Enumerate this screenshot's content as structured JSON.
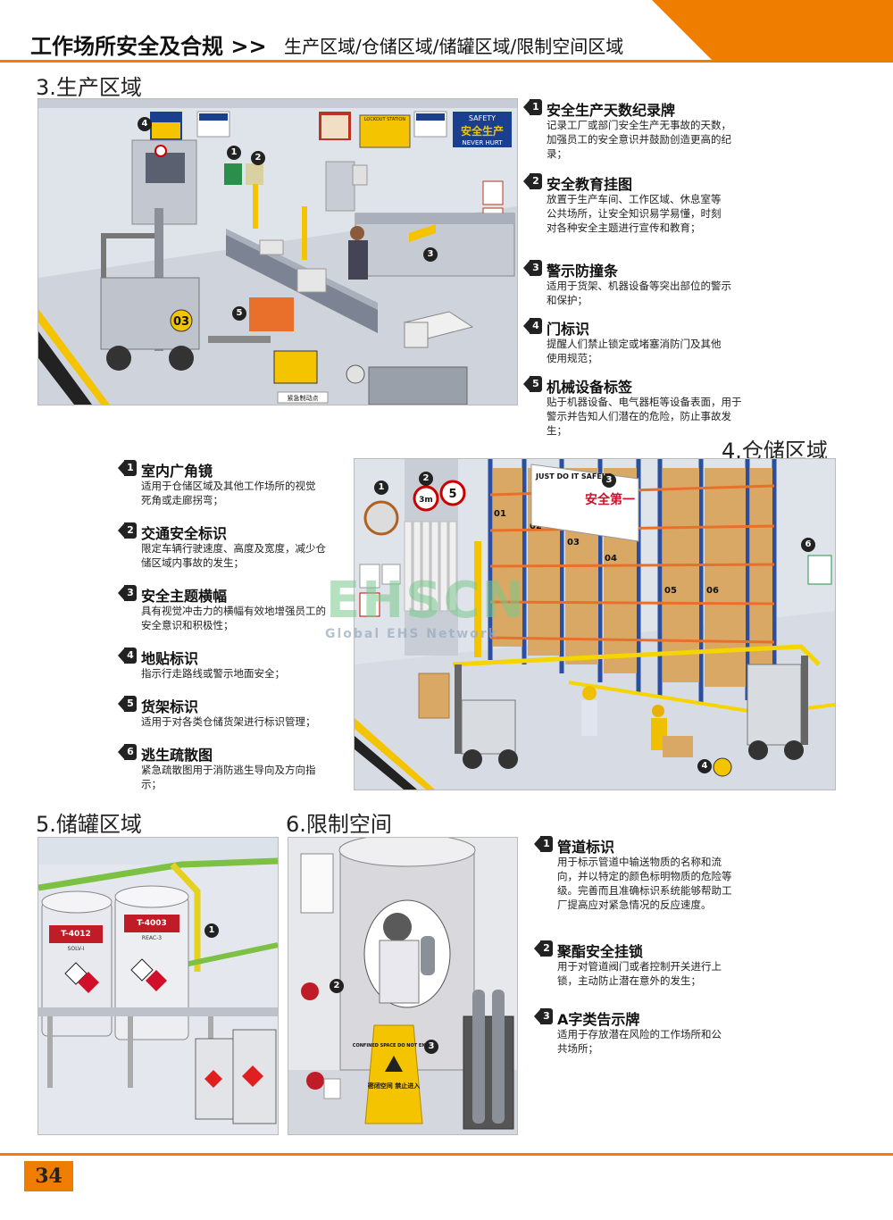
{
  "header": {
    "title": "工作场所安全及合规 >>",
    "subtitle": "生产区域/仓储区域/储罐区域/限制空间区域"
  },
  "sections": {
    "production": {
      "title": "3.生产区域",
      "items": [
        {
          "num": "1",
          "title": "安全生产天数纪录牌",
          "desc": "记录工厂或部门安全生产无事故的天数，加强员工的安全意识并鼓励创造更高的纪录；"
        },
        {
          "num": "2",
          "title": "安全教育挂图",
          "desc": "放置于生产车间、工作区域、休息室等公共场所，让安全知识易学易懂，时刻对各种安全主题进行宣传和教育；"
        },
        {
          "num": "3",
          "title": "警示防撞条",
          "desc": "适用于货架、机器设备等突出部位的警示和保护；"
        },
        {
          "num": "4",
          "title": "门标识",
          "desc": "提醒人们禁止锁定或堵塞消防门及其他使用规范；"
        },
        {
          "num": "5",
          "title": "机械设备标签",
          "desc": "贴于机器设备、电气器柜等设备表面，用于警示并告知人们潜在的危险，防止事故发生；"
        }
      ],
      "scene_labels": {
        "safety_sign": "SAFETY",
        "safety_cn": "安全生产",
        "never_hurt": "NEVER HURT",
        "lockout": "LOCKOUT STATION",
        "forklift_no": "03",
        "emergency": "紧急制动点"
      }
    },
    "warehouse": {
      "title": "4.仓储区域",
      "items": [
        {
          "num": "1",
          "title": "室内广角镜",
          "desc": "适用于仓储区域及其他工作场所的视觉死角或走廊拐弯；"
        },
        {
          "num": "2",
          "title": "交通安全标识",
          "desc": "限定车辆行驶速度、高度及宽度，减少仓储区域内事故的发生；"
        },
        {
          "num": "3",
          "title": "安全主题横幅",
          "desc": "具有视觉冲击力的横幅有效地增强员工的安全意识和积极性；"
        },
        {
          "num": "4",
          "title": "地贴标识",
          "desc": "指示行走路线或警示地面安全；"
        },
        {
          "num": "5",
          "title": "货架标识",
          "desc": "适用于对各类仓储货架进行标识管理；"
        },
        {
          "num": "6",
          "title": "逃生疏散图",
          "desc": "紧急疏散图用于消防逃生导向及方向指示；"
        }
      ],
      "scene_labels": {
        "banner_en": "JUST DO IT SAFELY",
        "banner_cn": "安全第一",
        "height_sign": "3m",
        "speed_sign": "5",
        "rack_01": "01",
        "rack_02": "02",
        "rack_03": "03",
        "rack_04": "04",
        "rack_05": "05",
        "rack_06": "06"
      }
    },
    "tank": {
      "title": "5.储罐区域",
      "scene_labels": {
        "tank1": "T-4012",
        "tank1_sub": "SOLV-I",
        "tank2": "T-4003",
        "tank2_sub": "REAC-3"
      }
    },
    "confined": {
      "title": "6.限制空间",
      "items": [
        {
          "num": "1",
          "title": "管道标识",
          "desc": "用于标示管道中输送物质的名称和流向，并以特定的颜色标明物质的危险等级。完善而且准确标识系统能够帮助工厂提高应对紧急情况的反应速度。"
        },
        {
          "num": "2",
          "title": "聚酯安全挂锁",
          "desc": "用于对管道阀门或者控制开关进行上锁，主动防止潜在意外的发生；"
        },
        {
          "num": "3",
          "title": "A字类告示牌",
          "desc": "适用于存放潜在风险的工作场所和公共场所；"
        }
      ],
      "scene_labels": {
        "sign_en": "CONFINED SPACE DO NOT ENTER",
        "sign_cn": "密闭空间 禁止进入"
      }
    }
  },
  "watermark": {
    "main": "EHSCN",
    "sub": "Global EHS Network"
  },
  "footer": {
    "page": "34"
  },
  "colors": {
    "accent": "#ef7d00",
    "rack_blue": "#2a4ea0",
    "rack_orange": "#e8702a",
    "sign_yellow": "#f5c400"
  }
}
